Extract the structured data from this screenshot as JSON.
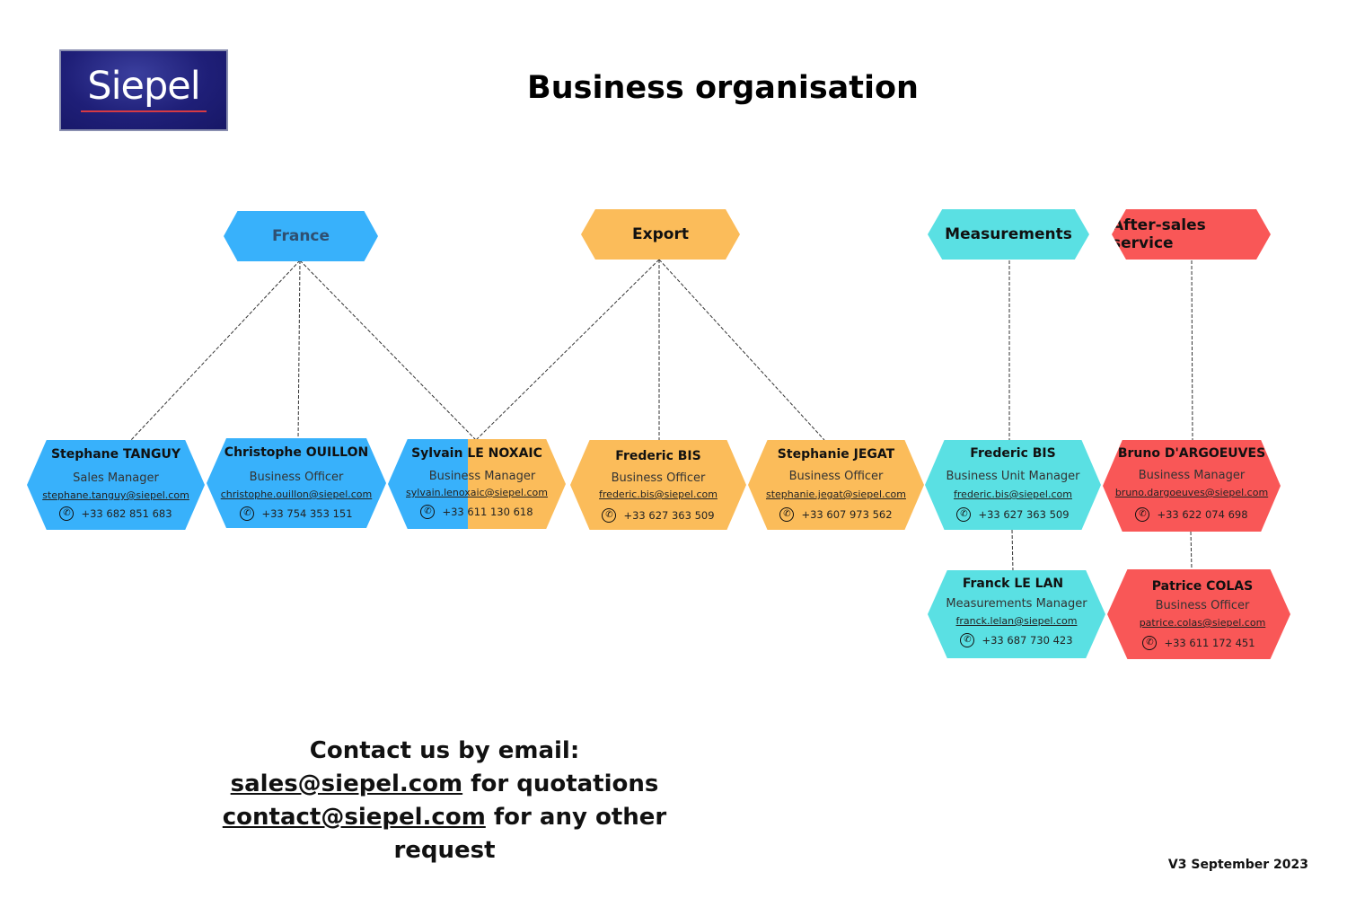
{
  "logo": {
    "text": "Siepel"
  },
  "title": "Business organisation",
  "colors": {
    "france": "#38b1fb",
    "export": "#fbbc5a",
    "measurements": "#5ae0e3",
    "aftersales": "#f95757"
  },
  "departments": {
    "france": "France",
    "export": "Export",
    "measurements": "Measurements",
    "aftersales": "After-sales service"
  },
  "people": {
    "tanguy": {
      "name": "Stephane TANGUY",
      "role": "Sales Manager",
      "email": "stephane.tanguy@siepel.com",
      "phone": "+33 682 851 683"
    },
    "ouillon": {
      "name": "Christophe OUILLON",
      "role": "Business Officer",
      "email": "christophe.ouillon@siepel.com",
      "phone": "+33 754 353 151"
    },
    "lenoxaic": {
      "name": "Sylvain LE NOXAIC",
      "role": "Business Manager",
      "email": "sylvain.lenoxaic@siepel.com",
      "phone": "+33 611 130 618"
    },
    "bis_exp": {
      "name": "Frederic BIS",
      "role": "Business Officer",
      "email": "frederic.bis@siepel.com",
      "phone": "+33 627 363 509"
    },
    "jegat": {
      "name": "Stephanie JEGAT",
      "role": "Business Officer",
      "email": "stephanie.jegat@siepel.com",
      "phone": "+33 607 973 562"
    },
    "bis_meas": {
      "name": "Frederic BIS",
      "role": "Business Unit Manager",
      "email": "frederic.bis@siepel.com",
      "phone": "+33 627 363 509"
    },
    "dargoeuves": {
      "name": "Bruno D'ARGOEUVES",
      "role": "Business Manager",
      "email": "bruno.dargoeuves@siepel.com",
      "phone": "+33 622 074 698"
    },
    "lelan": {
      "name": "Franck LE LAN",
      "role": "Measurements Manager",
      "email": "franck.lelan@siepel.com",
      "phone": "+33 687 730 423"
    },
    "colas": {
      "name": "Patrice COLAS",
      "role": "Business Officer",
      "email": "patrice.colas@siepel.com",
      "phone": "+33 611 172 451"
    }
  },
  "contact": {
    "heading": "Contact us by email:",
    "sales_email": "sales@siepel.com",
    "sales_text": " for quotations",
    "contact_email": "contact@siepel.com",
    "contact_text": " for any other request"
  },
  "version": "V3 September 2023"
}
